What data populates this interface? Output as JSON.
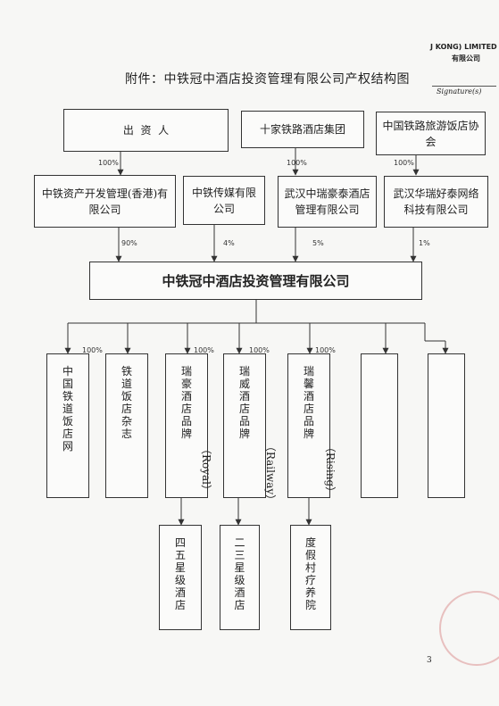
{
  "header": {
    "company_en": "J KONG) LIMITED",
    "company_cn": "有限公司",
    "signature_label": "Signature(s)"
  },
  "title": "附件：中铁冠中酒店投资管理有限公司产权结构图",
  "top_row": [
    {
      "label": "出  资  人"
    },
    {
      "label": "十家铁路酒店集团"
    },
    {
      "label": "中国铁路旅游饭店协会"
    }
  ],
  "mid_row": [
    {
      "label": "中铁资产开发管理(香港)有限公司"
    },
    {
      "label": "中铁传媒有限公司"
    },
    {
      "label": "武汉中瑞豪泰酒店管理有限公司"
    },
    {
      "label": "武汉华瑞好泰网络科技有限公司"
    }
  ],
  "top_percents": [
    "100%",
    "100%",
    "100%"
  ],
  "mid_percents": [
    "90%",
    "4%",
    "5%",
    "1%"
  ],
  "center": {
    "label": "中铁冠中酒店投资管理有限公司"
  },
  "subs": [
    {
      "label": "中国铁道饭店网"
    },
    {
      "label": "铁道饭店杂志"
    },
    {
      "label": "瑞豪酒店品牌",
      "en": "（Royal）"
    },
    {
      "label": "瑞威酒店品牌",
      "en": "（Railway）"
    },
    {
      "label": "瑞馨酒店品牌",
      "en": "（Rising）"
    },
    {
      "label": ""
    },
    {
      "label": ""
    }
  ],
  "sub_percents": [
    "100%",
    "100%",
    "100%",
    "100%"
  ],
  "bottom": [
    {
      "label": "四五星级酒店"
    },
    {
      "label": "二三星级酒店"
    },
    {
      "label": "度假村疗养院"
    }
  ],
  "page_number": "3",
  "colors": {
    "line": "#333333",
    "stamp": "#d98a8a"
  }
}
